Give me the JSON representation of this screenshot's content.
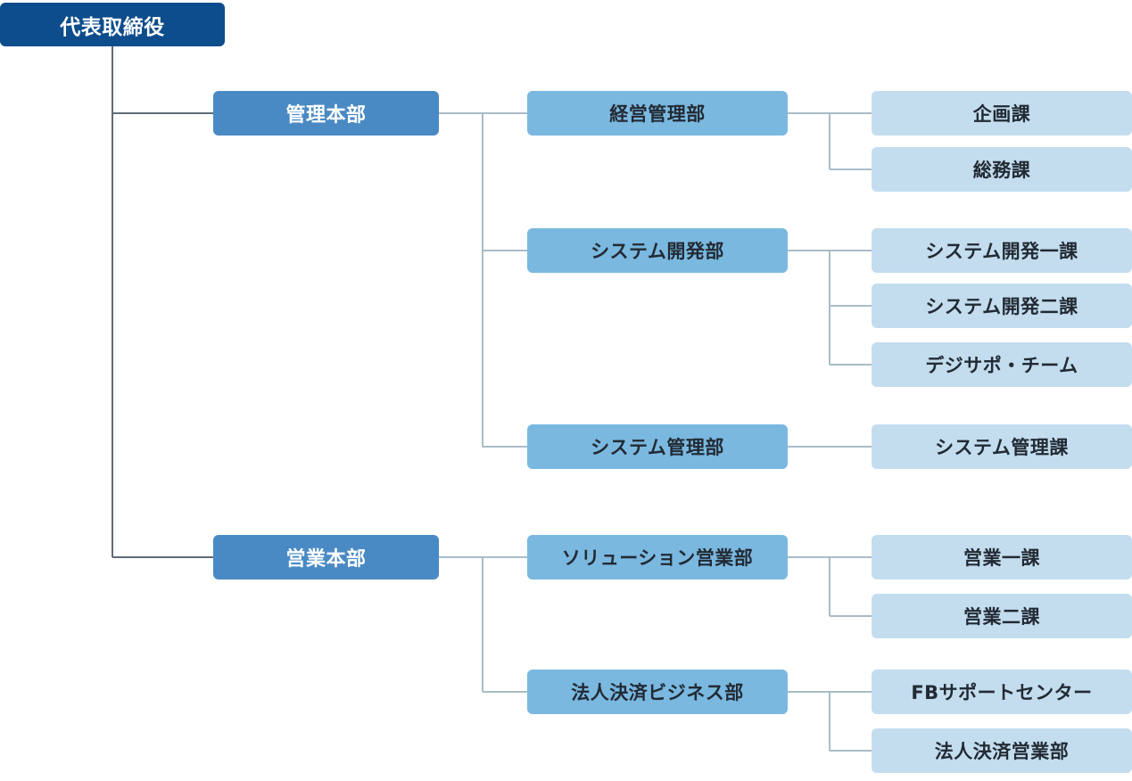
{
  "org_chart": {
    "root": {
      "label": "代表取締役"
    },
    "divisions": [
      {
        "label": "管理本部",
        "departments": [
          {
            "label": "経営管理部",
            "sections": [
              "企画課",
              "総務課"
            ]
          },
          {
            "label": "システム開発部",
            "sections": [
              "システム開発一課",
              "システム開発二課",
              "デジサポ・チーム"
            ]
          },
          {
            "label": "システム管理部",
            "sections": [
              "システム管理課"
            ]
          }
        ]
      },
      {
        "label": "営業本部",
        "departments": [
          {
            "label": "ソリューション営業部",
            "sections": [
              "営業一課",
              "営業二課"
            ]
          },
          {
            "label": "法人決済ビジネス部",
            "sections": [
              "FBサポートセンター",
              "法人決済営業部"
            ]
          }
        ]
      }
    ],
    "colors": {
      "root": "#0e4d8c",
      "division": "#4a8ac4",
      "department": "#7ab8e0",
      "section": "#c3ddef",
      "root_line": "#5f6b75",
      "branch_line": "#a9bcc6"
    }
  }
}
